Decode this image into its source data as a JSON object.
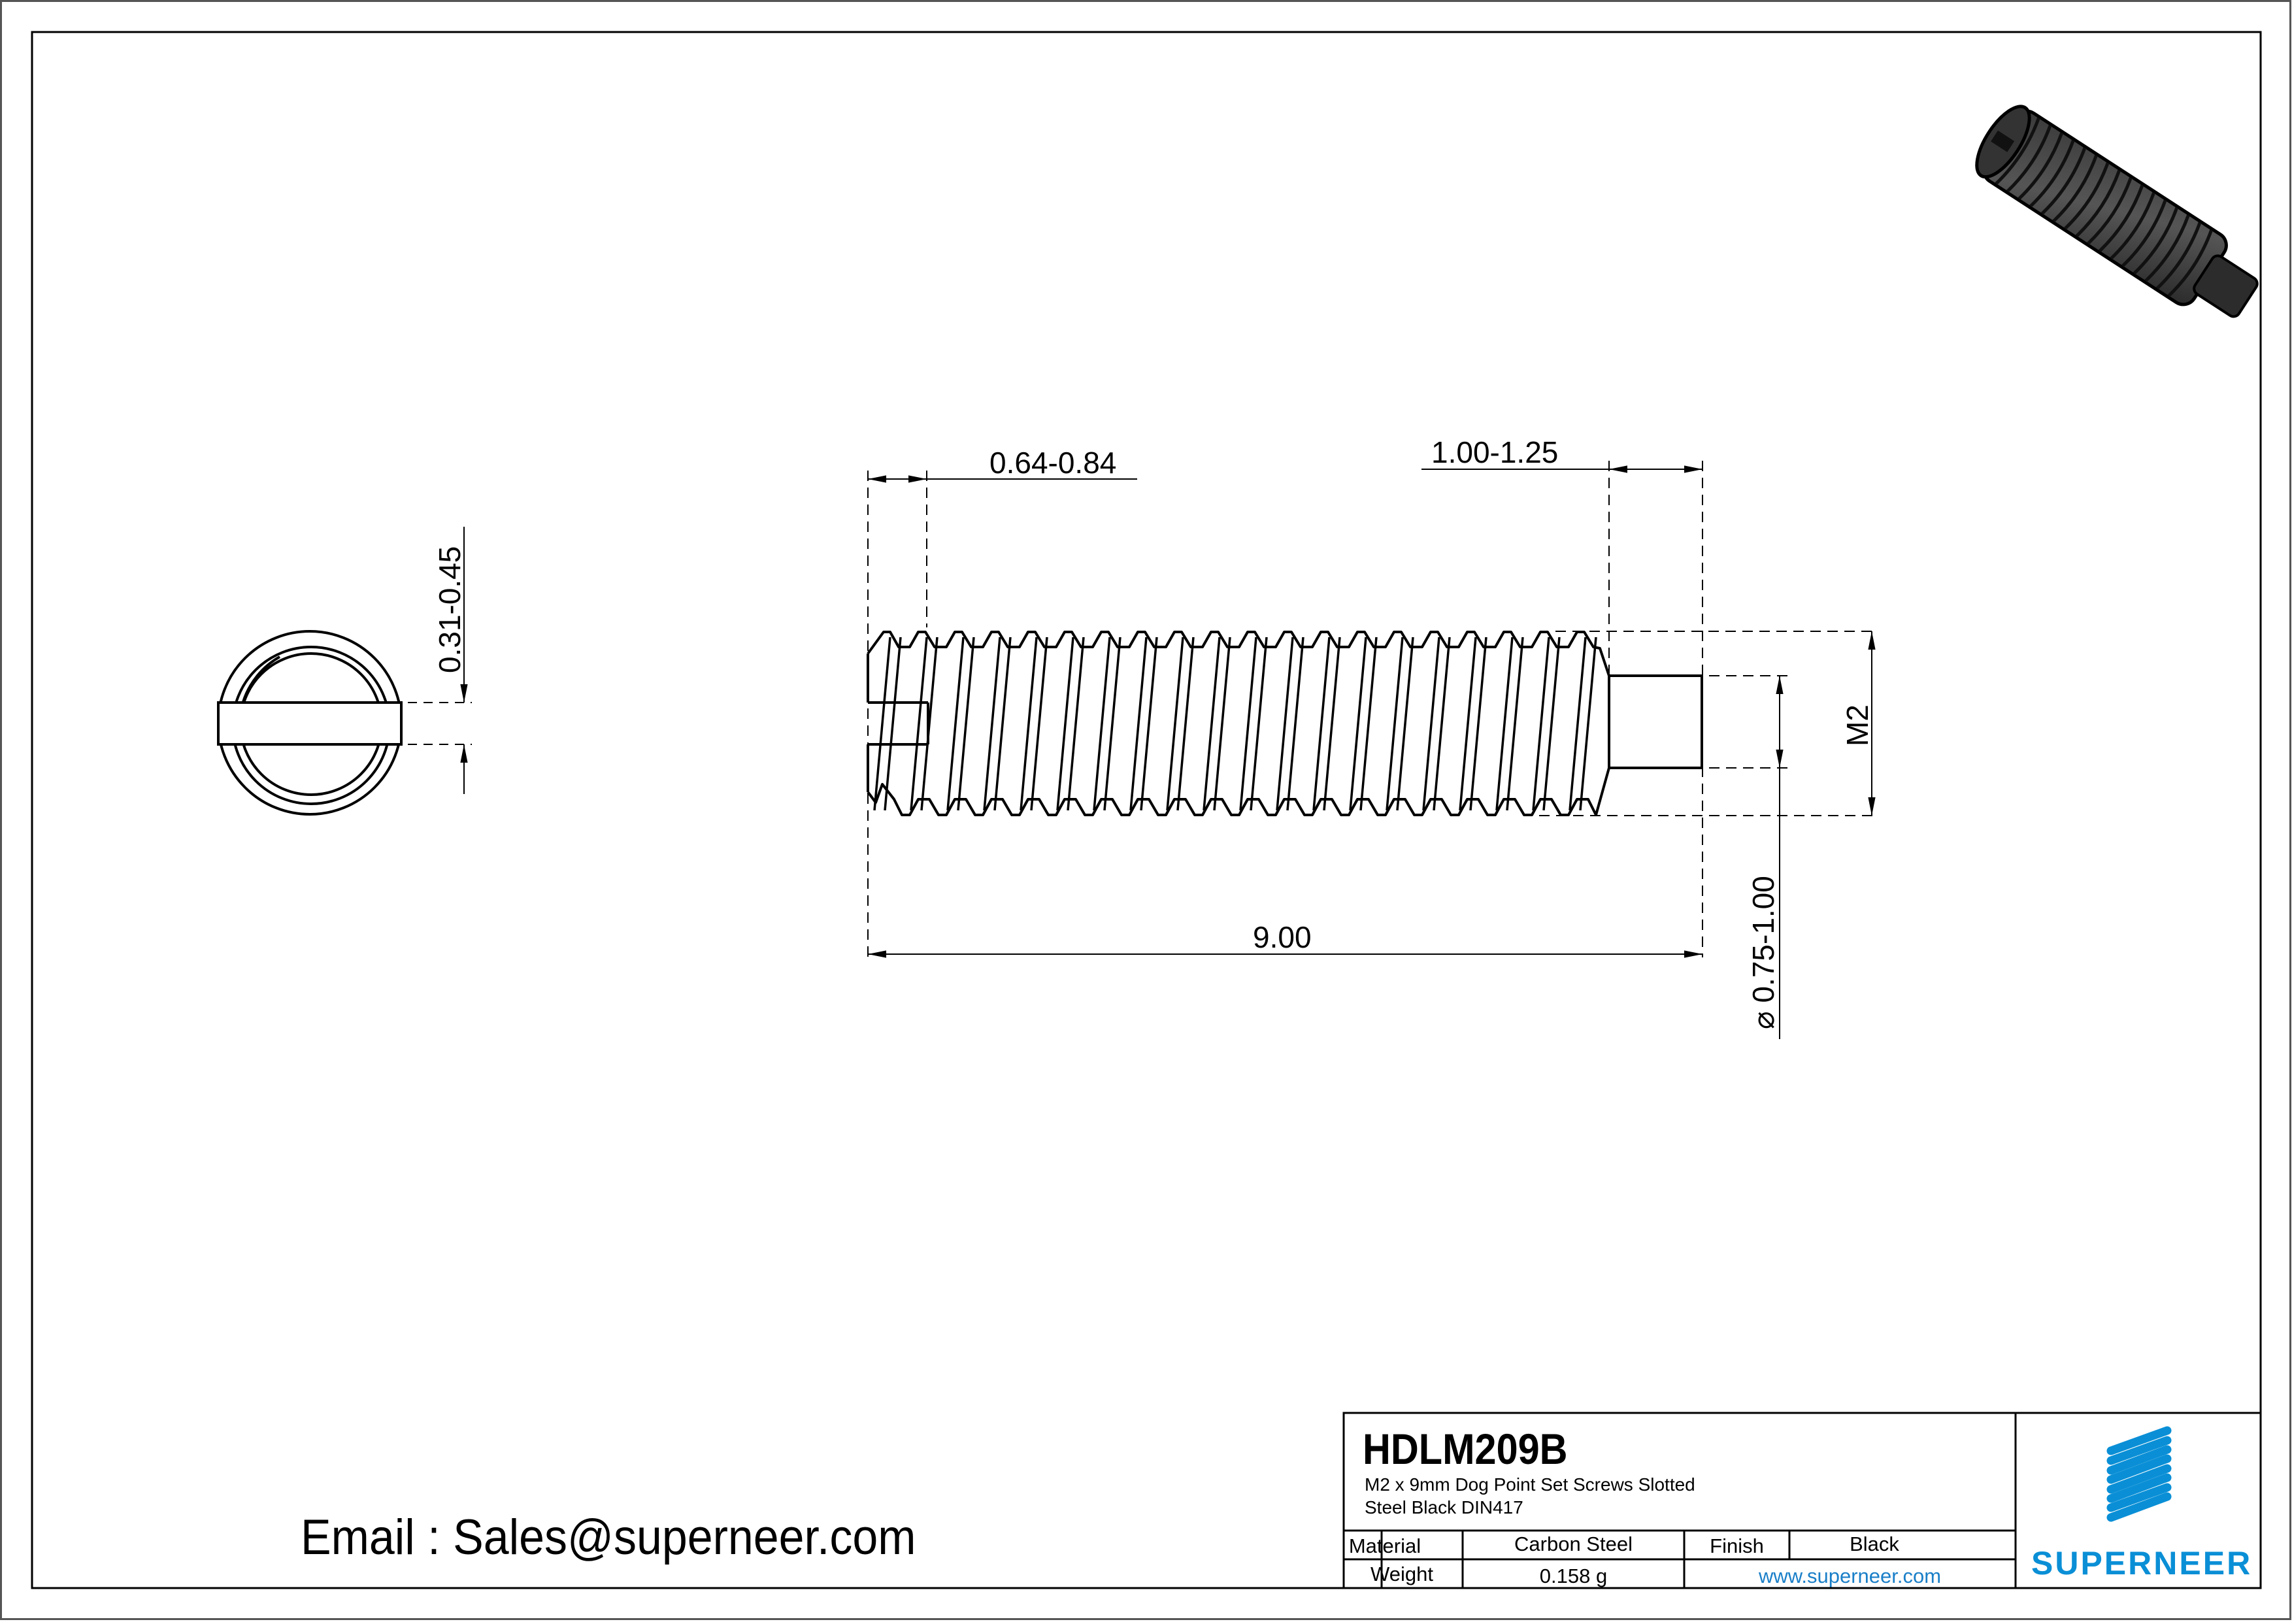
{
  "drawing": {
    "part_number": "HDLM209B",
    "description_line1": "M2 x 9mm Dog Point Set Screws Slotted",
    "description_line2": "Steel Black DIN417",
    "email_text": "Email : Sales@superneer.com"
  },
  "title_block": {
    "material_label": "Material",
    "material_value": "Carbon Steel",
    "finish_label": "Finish",
    "finish_value": "Black",
    "weight_label": "Weight",
    "weight_value": "0.158 g",
    "website": "www.superneer.com",
    "brand": "SUPERNEER",
    "brand_color": "#0a8fd6"
  },
  "dimensions": {
    "slot_depth": "0.64-0.84",
    "point_length": "1.00-1.25",
    "overall_length": "9.00",
    "thread_size": "M2",
    "point_diameter": "⌀ 0.75-1.00",
    "slot_width": "0.31-0.45"
  },
  "views": {
    "end_view": "slotted-end-view",
    "side_view": "thread-side-view",
    "iso_view": "isometric-3d-render"
  }
}
